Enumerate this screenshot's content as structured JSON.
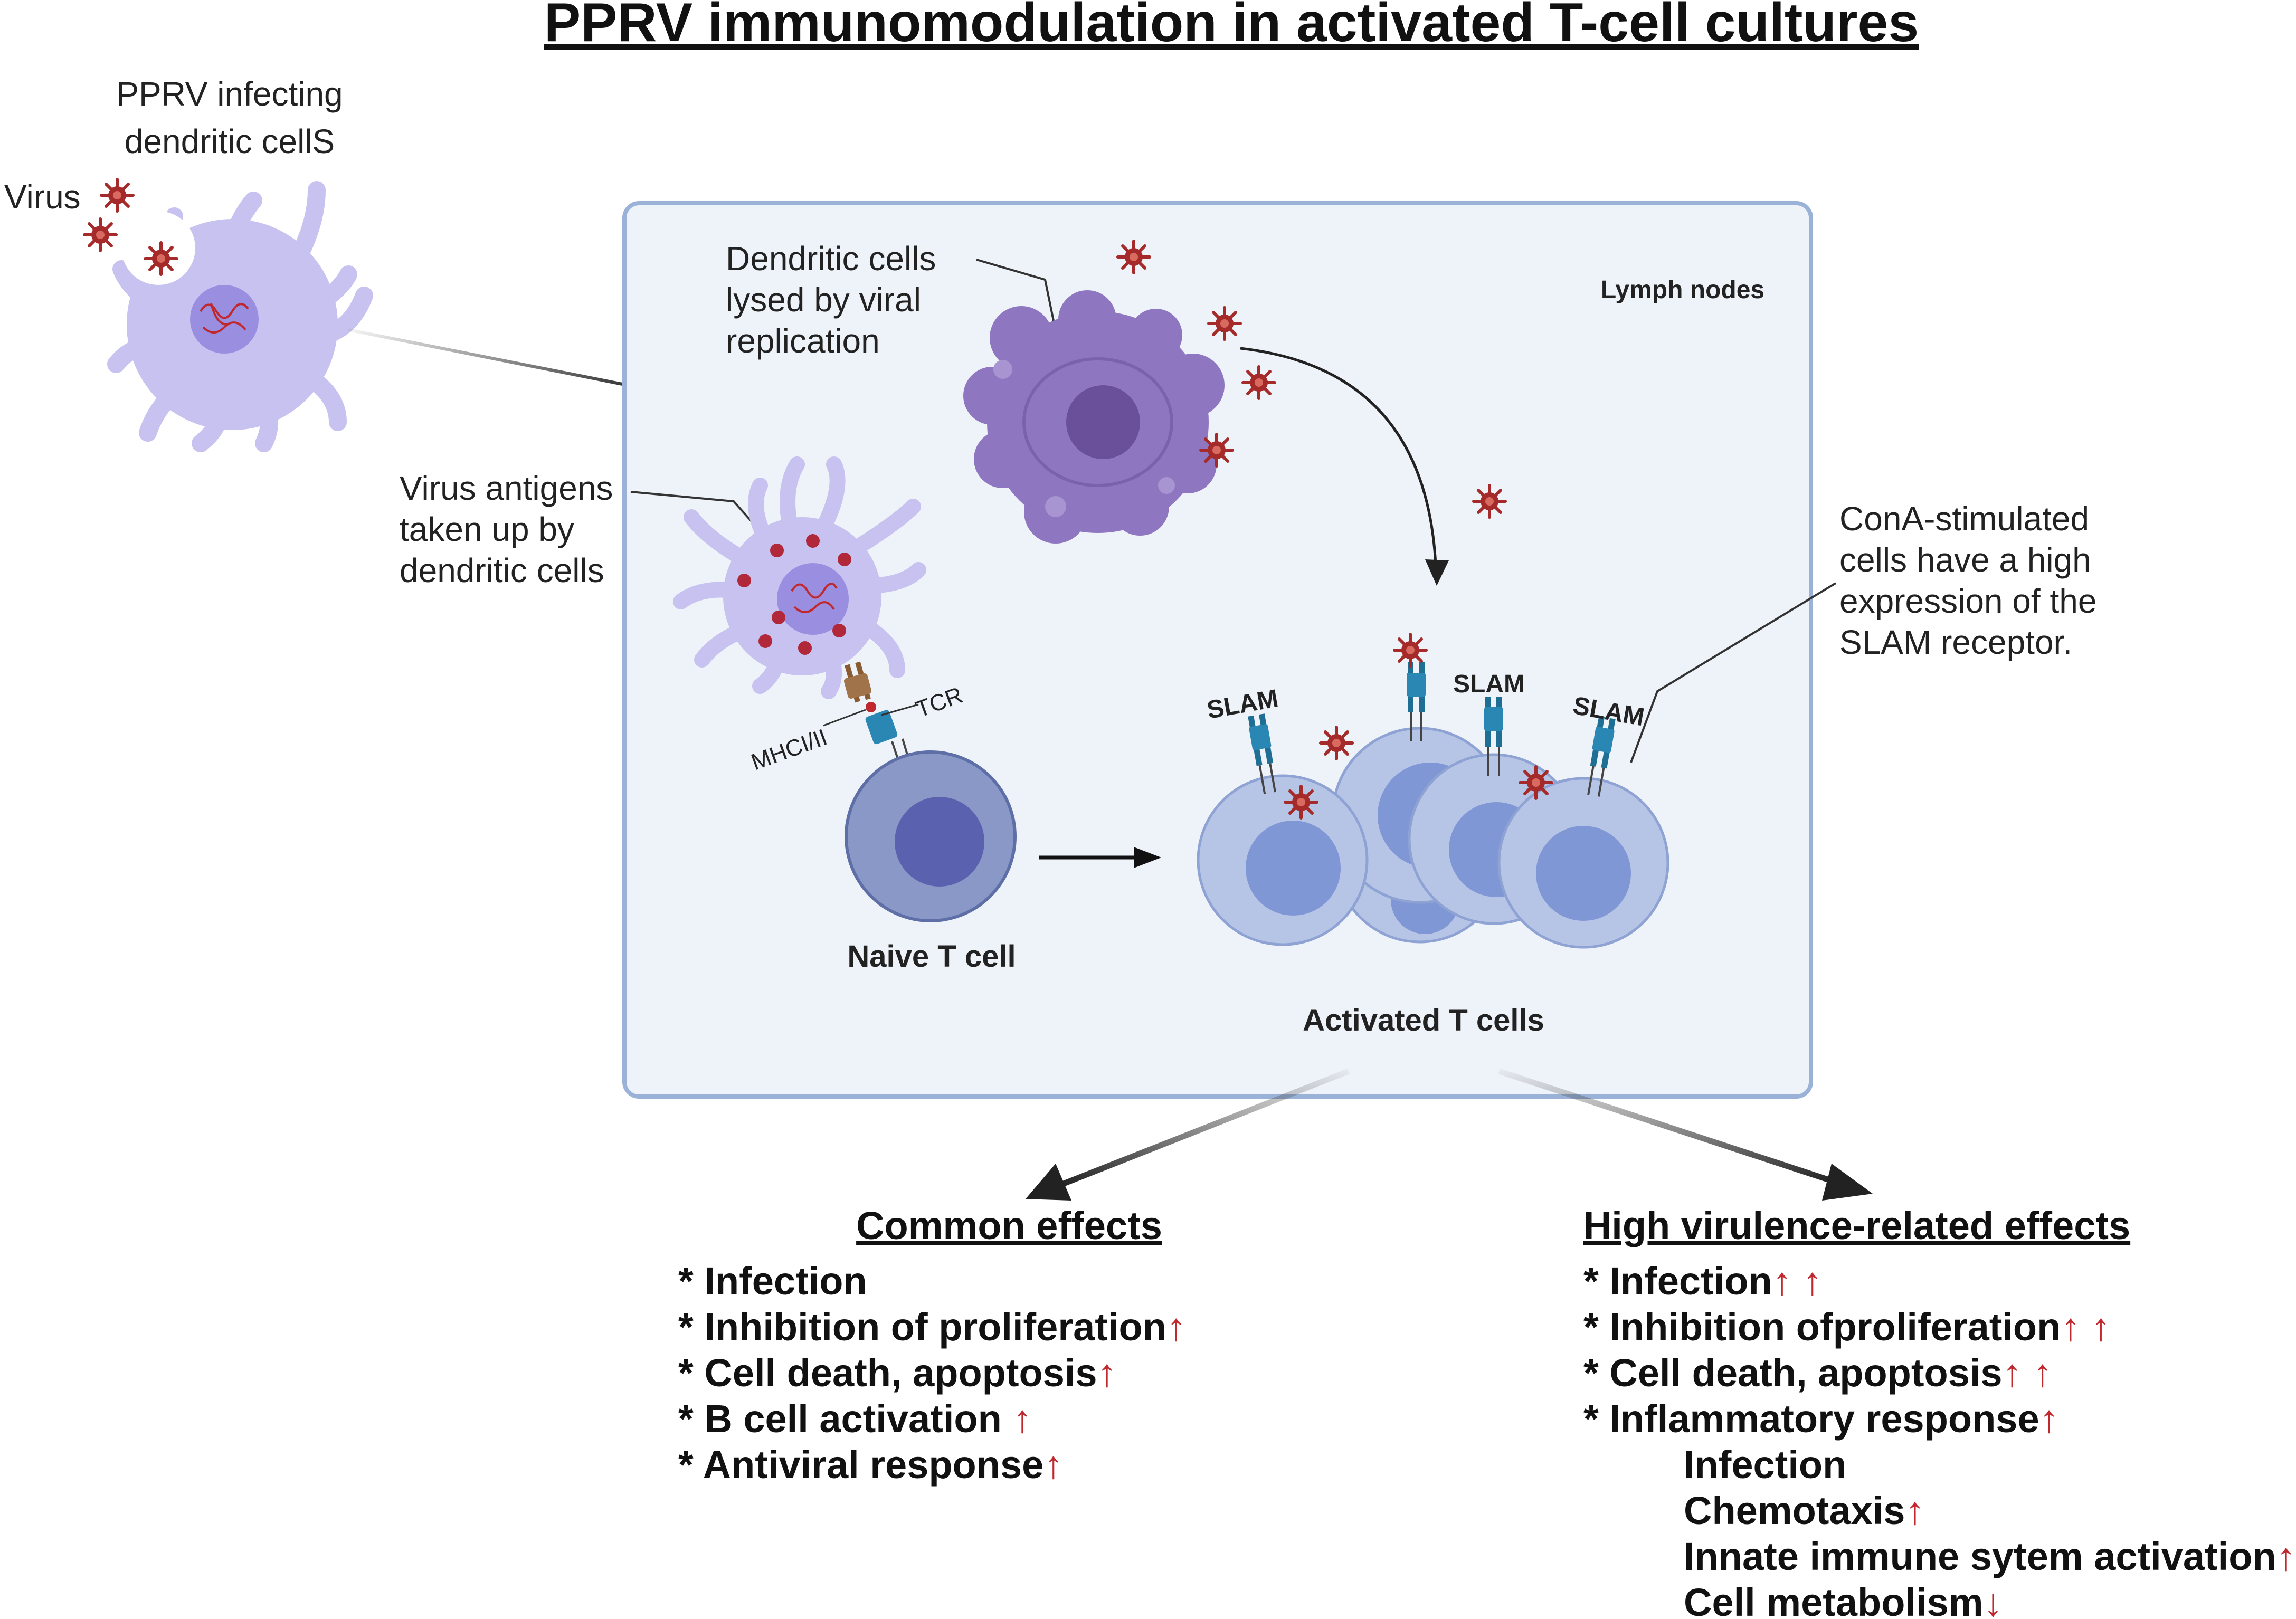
{
  "title": "PPRV immunomodulation in activated T-cell cultures",
  "labels": {
    "infecting_dc_line1": "PPRV  infecting",
    "infecting_dc_line2": "dendritic cellS",
    "virus": "Virus",
    "lymph_nodes": "Lymph nodes",
    "lysed_line1": "Dendritic cells",
    "lysed_line2": "lysed by viral",
    "lysed_line3": "replication",
    "antigens_line1": "Virus antigens",
    "antigens_line2": "taken up by",
    "antigens_line3": "dendritic cells",
    "mhc": "MHCI/II",
    "tcr": "TCR",
    "naive": "Naive T cell",
    "activated": "Activated  T cells",
    "slam": "SLAM",
    "cona_line1": "ConA-stimulated",
    "cona_line2": "cells have a high",
    "cona_line3": "expression of the",
    "cona_line4": "SLAM receptor."
  },
  "common_effects": {
    "heading": "Common effects",
    "items": [
      {
        "text": "* Infection",
        "arrows": ""
      },
      {
        "text": "* Inhibition of proliferation",
        "arrows": "↑"
      },
      {
        "text": "* Cell death, apoptosis",
        "arrows": "↑"
      },
      {
        "text": "* B cell activation ",
        "arrows": "↑"
      },
      {
        "text": "* Antiviral response",
        "arrows": "↑"
      }
    ]
  },
  "high_virulence_effects": {
    "heading": "High virulence-related effects",
    "items": [
      {
        "text": "* Infection",
        "arrows": "↑ ↑"
      },
      {
        "text": "* Inhibition ofproliferation",
        "arrows": "↑ ↑"
      },
      {
        "text": "* Cell death, apoptosis",
        "arrows": "↑ ↑"
      },
      {
        "text": "* Inflammatory response",
        "arrows": "↑"
      }
    ],
    "subitems": [
      {
        "text": "Infection",
        "arrows": ""
      },
      {
        "text": "Chemotaxis",
        "arrows": "↑"
      },
      {
        "text": "Innate immune sytem activation",
        "arrows": "↑"
      },
      {
        "text": "Cell metabolism",
        "arrows": "↓"
      }
    ]
  },
  "colors": {
    "box_fill": "#eef2f9",
    "box_stroke": "#9bb2d8",
    "dendritic": "#c7c2ef",
    "nucleus_dc": "#9a8ee0",
    "lysed_cell": "#8e77c0",
    "naive_cell": "#8a98c8",
    "naive_nucleus": "#5a62b0",
    "t_cell": "#b6c4e6",
    "t_nucleus": "#8097d6",
    "virus": "#a52a2a",
    "receptor": "#2a7fa8",
    "up_arrow": "#c0282d"
  }
}
